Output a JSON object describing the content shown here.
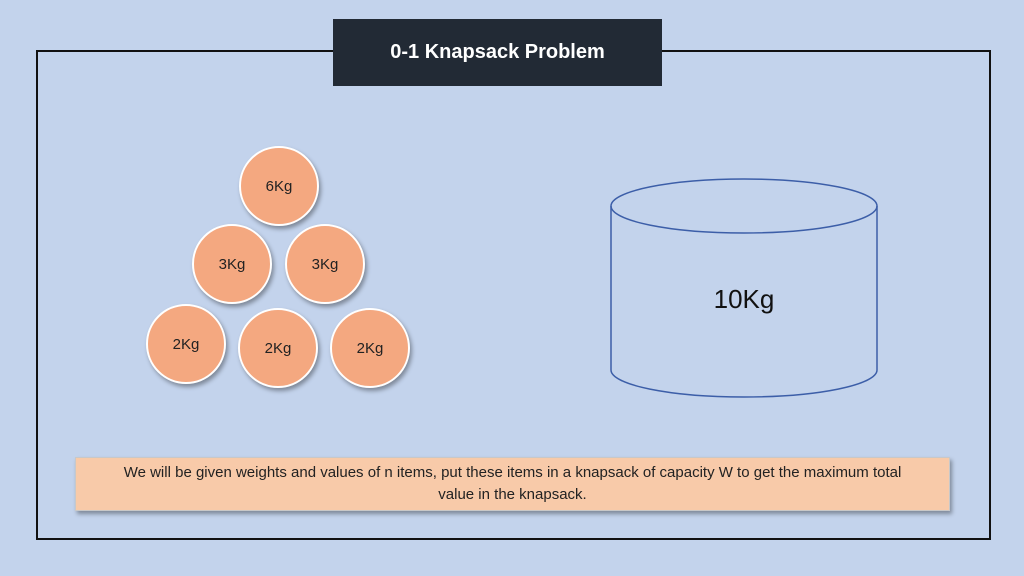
{
  "slide": {
    "title": "0-1 Knapsack Problem",
    "description": "We will be given weights and values of n items, put these items in a knapsack of capacity W to get the maximum total value in the knapsack."
  },
  "items": [
    {
      "label": "6Kg"
    },
    {
      "label": "3Kg"
    },
    {
      "label": "3Kg"
    },
    {
      "label": "2Kg"
    },
    {
      "label": "2Kg"
    },
    {
      "label": "2Kg"
    }
  ],
  "knapsack": {
    "capacity_label": "10Kg"
  },
  "colors": {
    "background": "#c3d3ec",
    "title_bg": "#222a35",
    "item_fill": "#f4a880",
    "knapsack_stroke": "#3c5ea8",
    "description_bg": "#f8caa9"
  }
}
